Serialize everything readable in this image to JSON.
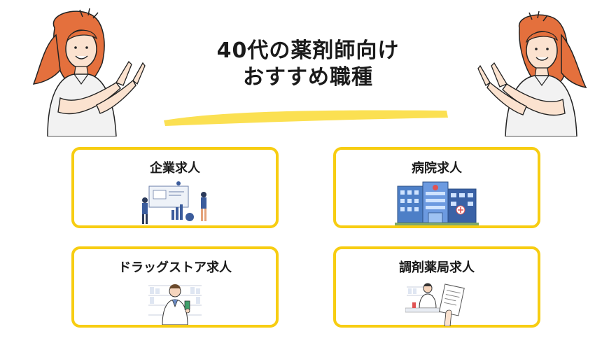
{
  "title": {
    "line1": "40代の薬剤師向け",
    "line2": "おすすめ職種"
  },
  "colors": {
    "accent": "#f7cd12",
    "underline": "#fbe052",
    "hair": "#e4703d",
    "text": "#1a1a1a"
  },
  "cards": [
    {
      "label": "企業求人",
      "icon": "corporate-office-illustration"
    },
    {
      "label": "病院求人",
      "icon": "hospital-building-illustration"
    },
    {
      "label": "ドラッグストア求人",
      "icon": "drugstore-pharmacist-illustration"
    },
    {
      "label": "調剤薬局求人",
      "icon": "dispensing-pharmacy-illustration"
    }
  ]
}
